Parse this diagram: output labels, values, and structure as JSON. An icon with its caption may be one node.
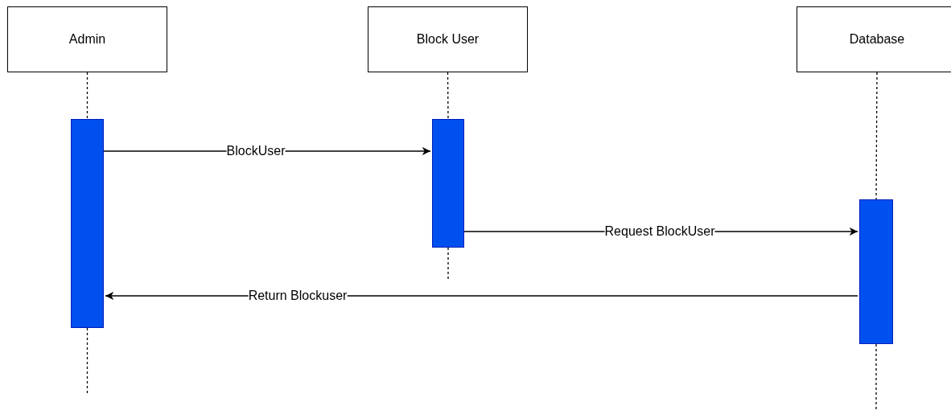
{
  "diagram": {
    "nodes": [
      {
        "text": [
          "Admin"
        ]
      },
      {
        "text": [
          "Block User"
        ]
      },
      {
        "text": [
          "Database"
        ]
      },
      {
        "text": [],
        "shape": "bar"
      },
      {
        "text": [],
        "shape": "bar"
      },
      {
        "text": [],
        "shape": "bar"
      }
    ],
    "edges": [
      {
        "from": 0,
        "to": 3,
        "arrow": "none",
        "style": "dashed"
      },
      {
        "from": 3,
        "to": null,
        "arrow": "none",
        "style": "dashed"
      },
      {
        "from": 1,
        "to": 4,
        "arrow": "none",
        "style": "dashed"
      },
      {
        "from": 4,
        "to": null,
        "arrow": "none",
        "style": "dashed"
      },
      {
        "from": 2,
        "to": 5,
        "arrow": "none",
        "style": "dashed"
      },
      {
        "from": 5,
        "to": null,
        "arrow": "none",
        "style": "dashed"
      },
      {
        "from": 3,
        "to": 4,
        "arrow": "to",
        "label": "BlockUser"
      },
      {
        "from": 4,
        "to": 5,
        "arrow": "to",
        "label": "Request BlockUser"
      },
      {
        "from": 5,
        "to": 3,
        "arrow": "to",
        "label": "Return Blockuser"
      }
    ]
  }
}
